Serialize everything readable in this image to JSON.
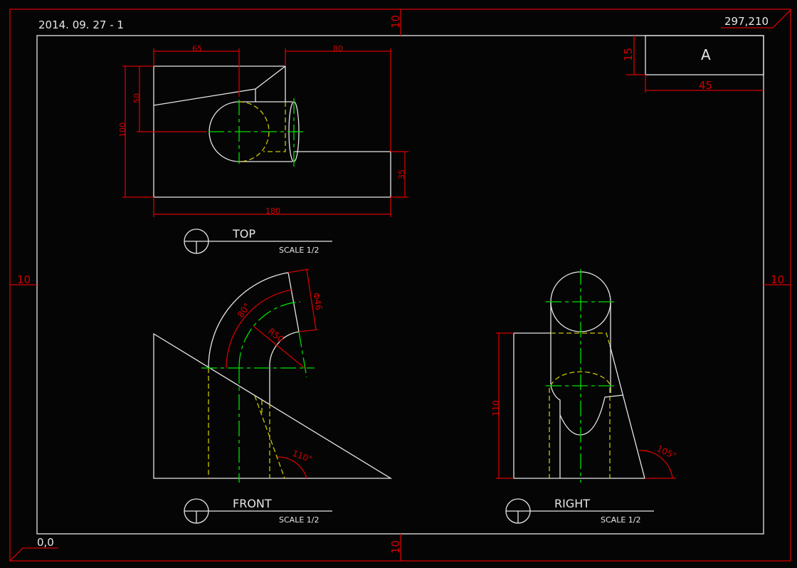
{
  "sheet": {
    "date": "2014. 09. 27 - 1",
    "corner_top_right": "297,210",
    "origin": "0,0",
    "margin_top": "10",
    "margin_bottom": "10",
    "margin_left": "10",
    "margin_right": "10"
  },
  "title_block": {
    "label": "A",
    "height_dim": "15",
    "width_dim": "45"
  },
  "top_view": {
    "title": "TOP",
    "scale": "SCALE 1/2",
    "dims": {
      "d65": "65",
      "d80": "80",
      "d50": "50",
      "d100": "100",
      "d35": "35",
      "d180": "180"
    }
  },
  "front_view": {
    "title": "FRONT",
    "scale": "SCALE 1/2",
    "dims": {
      "angle80": "80°",
      "r50": "R50",
      "dia46": "Φ46",
      "angle110": "110°"
    }
  },
  "right_view": {
    "title": "RIGHT",
    "scale": "SCALE 1/2",
    "dims": {
      "d110": "110",
      "angle105": "105°"
    }
  },
  "colors": {
    "outline": "#e6e6e6",
    "dimension": "#d40000",
    "center": "#00e000",
    "hidden": "#c8c800"
  }
}
